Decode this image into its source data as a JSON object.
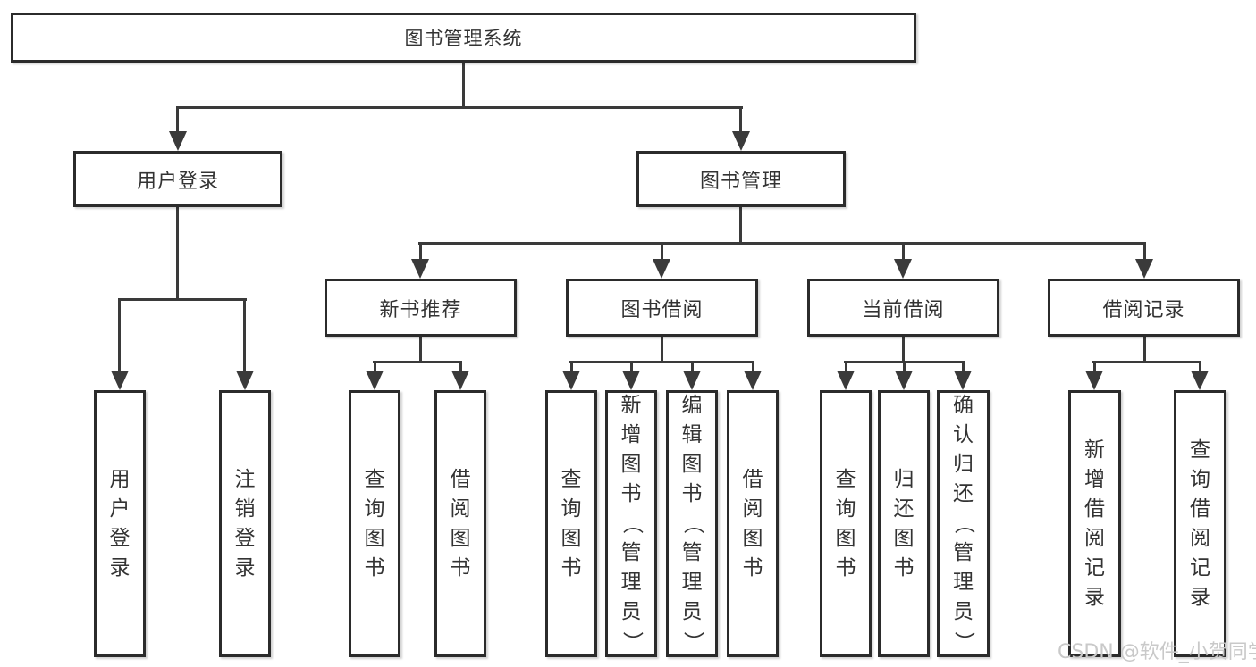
{
  "diagram": {
    "root": {
      "label": "图书管理系统"
    },
    "user_login": {
      "label": "用户登录",
      "children": {
        "login": {
          "label": "用户登录"
        },
        "logout": {
          "label": "注销登录"
        }
      }
    },
    "book_management": {
      "label": "图书管理",
      "children": {
        "new_book_recommend": {
          "label": "新书推荐",
          "children": {
            "query_books": {
              "label": "查询图书"
            },
            "borrow_books": {
              "label": "借阅图书"
            }
          }
        },
        "book_borrowing": {
          "label": "图书借阅",
          "children": {
            "query_books": {
              "label": "查询图书"
            },
            "add_books": {
              "label": "新增图书（管理员）"
            },
            "edit_books": {
              "label": "编辑图书（管理员）"
            },
            "borrow_books": {
              "label": "借阅图书"
            }
          }
        },
        "current_borrowing": {
          "label": "当前借阅",
          "children": {
            "query_books": {
              "label": "查询图书"
            },
            "return_books": {
              "label": "归还图书"
            },
            "confirm_return": {
              "label": "确认归还（管理员）"
            }
          }
        },
        "borrowing_records": {
          "label": "借阅记录",
          "children": {
            "add_borrow_record": {
              "label": "新增借阅记录"
            },
            "query_borrow_record": {
              "label": "查询借阅记录"
            }
          }
        }
      }
    }
  },
  "watermark": {
    "text": "CSDN @软件_小贺同学"
  },
  "colors": {
    "line": "#3a3a3a",
    "box_border": "#2b2b2b",
    "text": "#333333",
    "watermark": "#c9c9c9",
    "background": "#ffffff"
  }
}
